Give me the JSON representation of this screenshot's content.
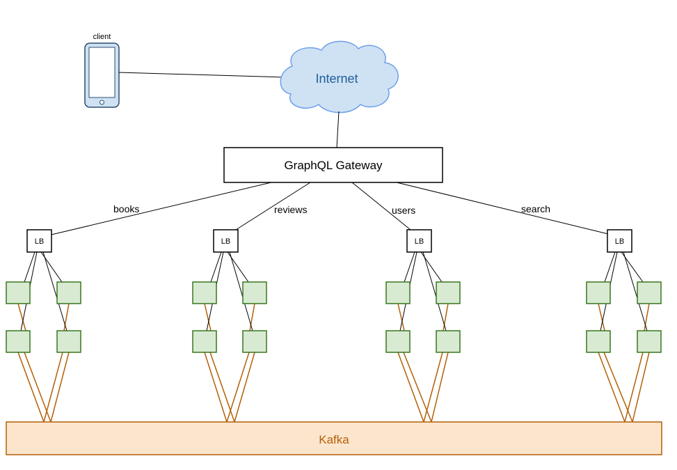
{
  "client": {
    "label": "client"
  },
  "internet": {
    "label": "Internet"
  },
  "gateway": {
    "label": "GraphQL Gateway"
  },
  "services": [
    {
      "name": "books",
      "lb_label": "LB"
    },
    {
      "name": "reviews",
      "lb_label": "LB"
    },
    {
      "name": "users",
      "lb_label": "LB"
    },
    {
      "name": "search",
      "lb_label": "LB"
    }
  ],
  "kafka": {
    "label": "Kafka"
  },
  "colors": {
    "cloud_fill": "#cfe2f3",
    "cloud_stroke": "#6d9eeb",
    "internet_text": "#1f5f99",
    "phone_fill": "#cfe2f3",
    "phone_stroke": "#2f4f6f",
    "instance_fill": "#d9ead3",
    "instance_stroke": "#38761d",
    "kafka_fill": "#fce5cd",
    "kafka_stroke": "#b45f06",
    "kafka_link": "#b45f06",
    "kafka_text": "#b45f06"
  }
}
